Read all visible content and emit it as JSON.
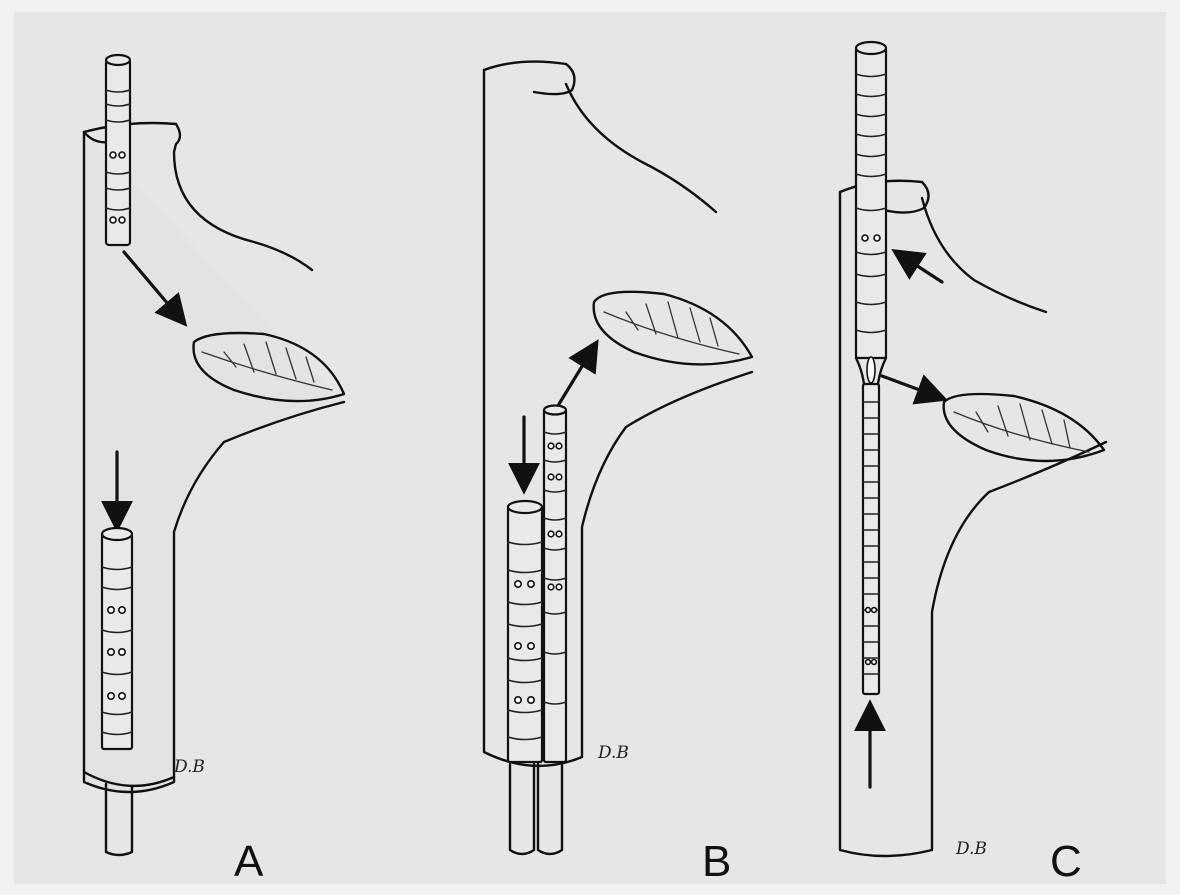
{
  "panels": [
    {
      "id": "A",
      "label": "A",
      "signature": "D.B"
    },
    {
      "id": "B",
      "label": "B",
      "signature": "D.B"
    },
    {
      "id": "C",
      "label": "C",
      "signature": "D.B"
    }
  ],
  "colors": {
    "background": "#e6e6e4",
    "ink": "#111111",
    "page_margin": "#f2f2f2"
  }
}
